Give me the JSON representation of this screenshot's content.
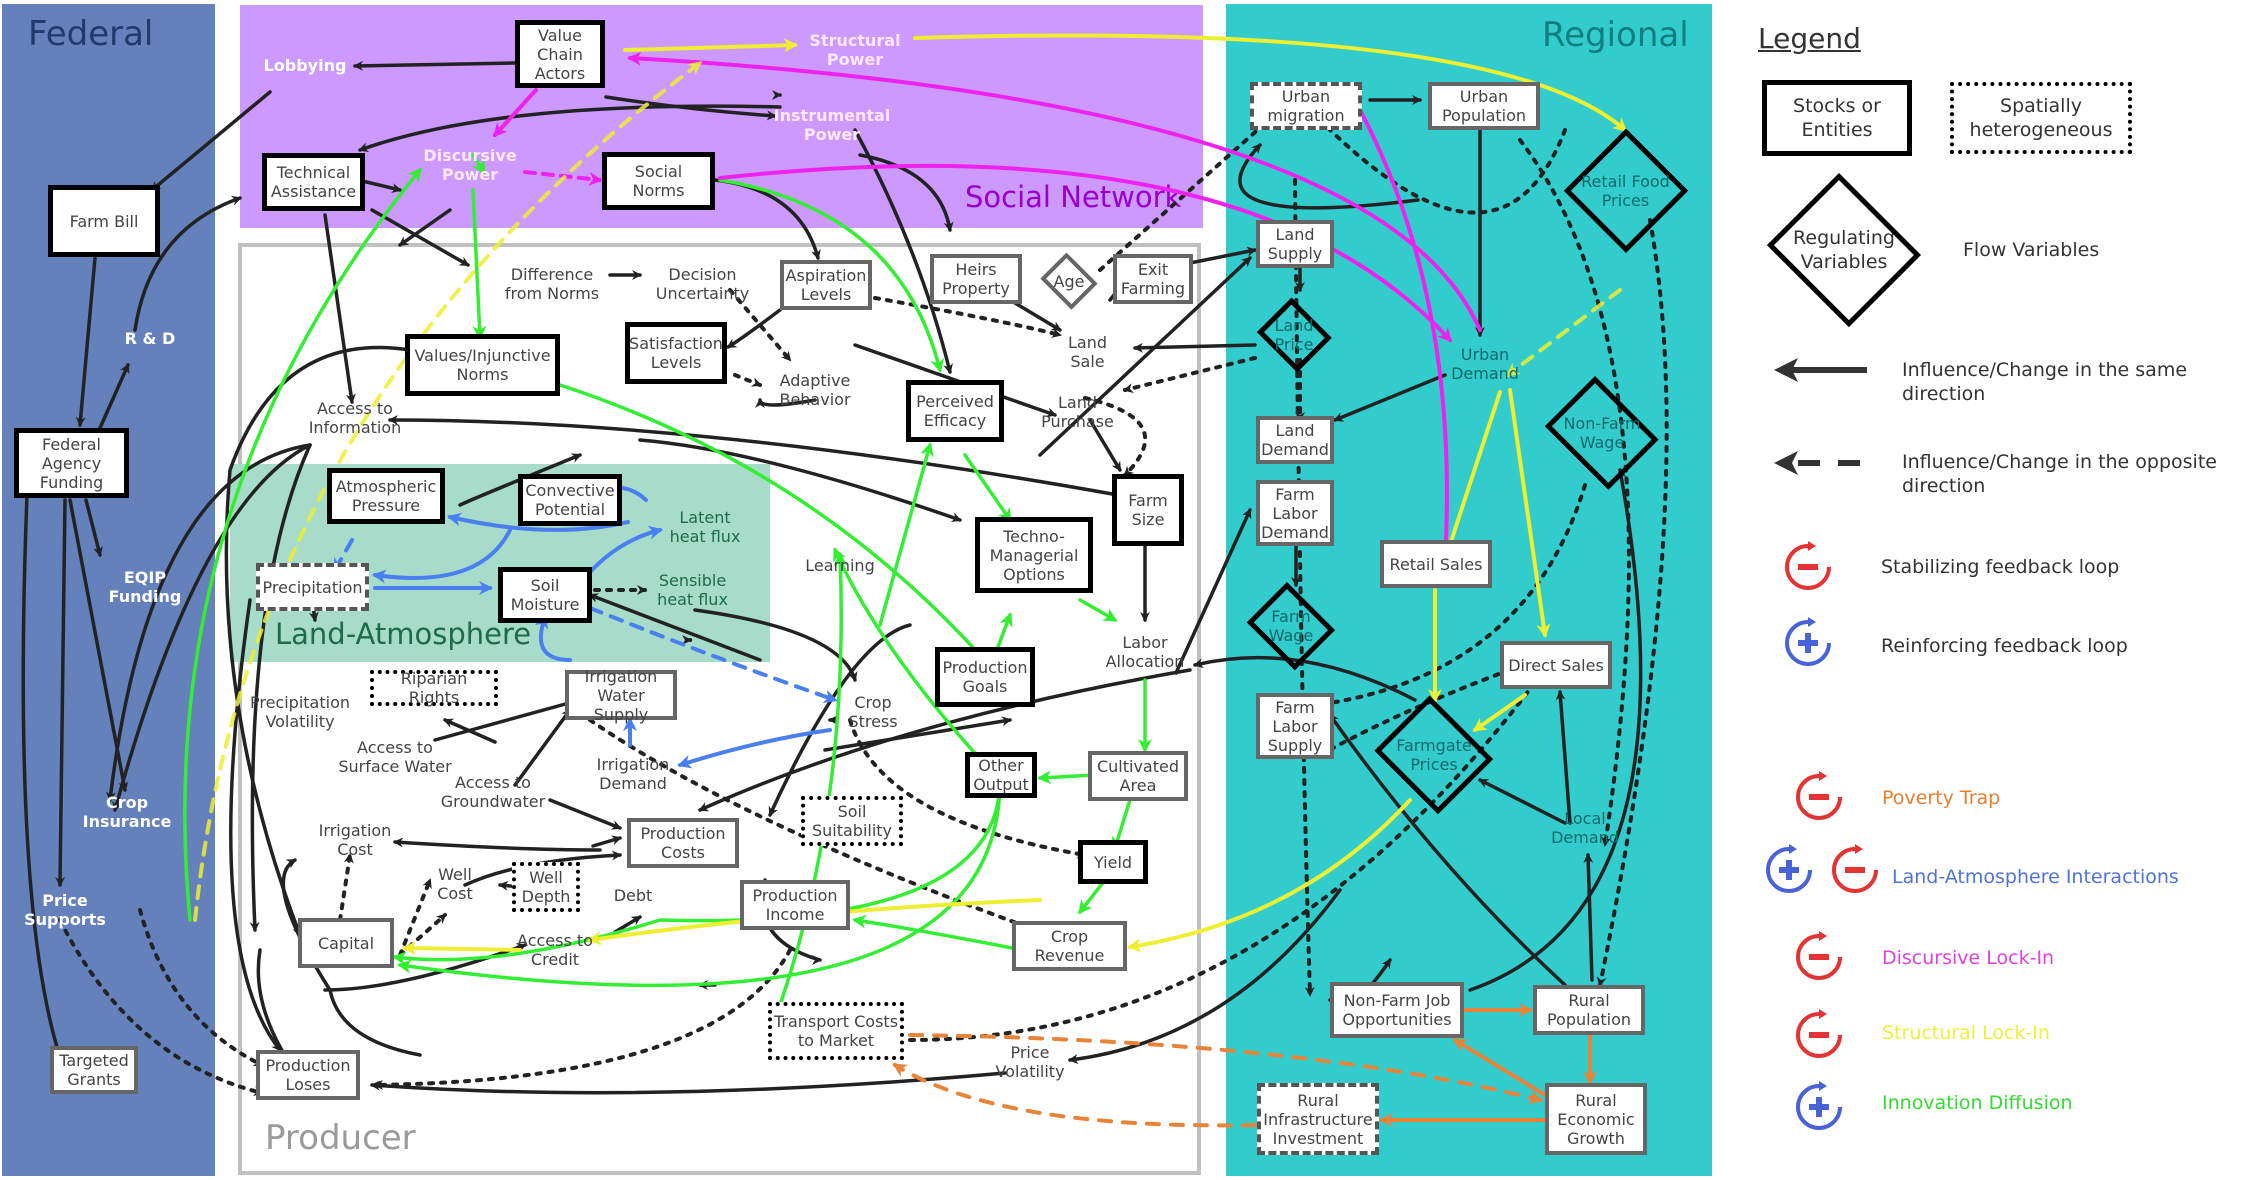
{
  "panels": {
    "federal": "Federal",
    "social_network": "Social Network",
    "producer": "Producer",
    "land_atmosphere": "Land-Atmosphere",
    "regional": "Regional"
  },
  "nodes": {
    "lobbying": "Lobbying",
    "farm_bill": "Farm Bill",
    "r_and_d": "R & D",
    "federal_agency_funding": "Federal\nAgency\nFunding",
    "eqip_funding": "EQIP\nFunding",
    "crop_insurance": "Crop\nInsurance",
    "price_supports": "Price\nSupports",
    "targeted_grants": "Targeted\nGrants",
    "value_chain_actors": "Value Chain\nActors",
    "structural_power": "Structural\nPower",
    "instrumental_power": "Instrumental\nPower",
    "technical_assistance": "Technical\nAssistance",
    "discursive_power": "Discursive\nPower",
    "social_norms": "Social Norms",
    "difference_from_norms": "Difference\nfrom Norms",
    "decision_uncertainty": "Decision\nUncertainty",
    "aspiration_levels": "Aspiration\nLevels",
    "heirs_property": "Heirs\nProperty",
    "age": "Age",
    "exit_farming": "Exit\nFarming",
    "values_injunctive_norms": "Values/Injunctive\nNorms",
    "satisfaction_levels": "Satisfaction\nLevels",
    "adaptive_behavior": "Adaptive\nBehavior",
    "perceived_efficacy": "Perceived\nEfficacy",
    "land_sale": "Land\nSale",
    "land_purchase": "Land\nPurchase",
    "access_to_information": "Access to\nInformation",
    "farm_size": "Farm\nSize",
    "atmospheric_pressure": "Atmospheric\nPressure",
    "convective_potential": "Convective\nPotential",
    "latent_heat_flux": "Latent\nheat flux",
    "precipitation": "Precipitation",
    "soil_moisture": "Soil\nMoisture",
    "sensible_heat_flux": "Sensible\nheat flux",
    "learning": "Learning",
    "techno_managerial_options": "Techno-\nManagerial\nOptions",
    "labor_allocation": "Labor\nAllocation",
    "production_goals": "Production\nGoals",
    "precipitation_volatility": "Precipitation\nVolatility",
    "riparian_rights": "Riparian Rights",
    "irrigation_water_supply": "Irrigation\nWater Supply",
    "crop_stress": "Crop\nStress",
    "access_to_surface_water": "Access to\nSurface Water",
    "irrigation_demand": "Irrigation\nDemand",
    "access_to_groundwater": "Access to\nGroundwater",
    "other_output": "Other\nOutput",
    "cultivated_area": "Cultivated\nArea",
    "irrigation_cost": "Irrigation\nCost",
    "production_costs": "Production\nCosts",
    "soil_suitability": "Soil\nSuitability",
    "yield": "Yield",
    "well_cost": "Well\nCost",
    "well_depth": "Well\nDepth",
    "debt": "Debt",
    "production_income": "Production\nIncome",
    "capital": "Capital",
    "access_to_credit": "Access to\nCredit",
    "crop_revenue": "Crop\nRevenue",
    "transport_costs_to_market": "Transport Costs\nto Market",
    "price_volatility": "Price\nVolatility",
    "production_loses": "Production\nLoses",
    "urban_migration": "Urban\nmigration",
    "urban_population": "Urban\nPopulation",
    "retail_food_prices": "Retail Food\nPrices",
    "land_supply": "Land\nSupply",
    "land_price": "Land\nPrice",
    "urban_demand": "Urban\nDemand",
    "land_demand": "Land\nDemand",
    "non_farm_wage": "Non-Farm\nWage",
    "farm_labor_demand": "Farm\nLabor\nDemand",
    "retail_sales": "Retail Sales",
    "farm_wage": "Farm\nWage",
    "direct_sales": "Direct Sales",
    "farm_labor_supply": "Farm\nLabor\nSupply",
    "farmgate_prices": "Farmgate\nPrices",
    "local_demand": "Local\nDemand",
    "non_farm_job_opportunities": "Non-Farm Job\nOpportunities",
    "rural_population": "Rural\nPopulation",
    "rural_infrastructure_investment": "Rural\nInfrastructure\nInvestment",
    "rural_economic_growth": "Rural\nEconomic\nGrowth"
  },
  "legend": {
    "title": "Legend",
    "stocks": "Stocks or\nEntities",
    "spatial": "Spatially\nheterogeneous",
    "regulating": "Regulating\nVariables",
    "flow": "Flow Variables",
    "same_direction": "Influence/Change in the same\ndirection",
    "opposite_direction": "Influence/Change in the opposite\ndirection",
    "stabilizing": "Stabilizing feedback loop",
    "reinforcing": "Reinforcing feedback loop",
    "loops": [
      {
        "label": "Poverty Trap",
        "color": "#e87e2e",
        "icons": [
          "minus"
        ]
      },
      {
        "label": "Land-Atmosphere Interactions",
        "color": "#4f74d6",
        "icons": [
          "plus",
          "minus"
        ]
      },
      {
        "label": "Discursive Lock-In",
        "color": "#e040e0",
        "icons": [
          "minus"
        ]
      },
      {
        "label": "Structural Lock-In",
        "color": "#eef03a",
        "icons": [
          "minus"
        ]
      },
      {
        "label": "Innovation Diffusion",
        "color": "#33dd33",
        "icons": [
          "plus"
        ]
      }
    ]
  },
  "colors": {
    "federal": "#6581bc",
    "social": "#cc99ff",
    "land_atmosphere": "#a6dcc9",
    "regional": "#33cccc",
    "edge_default": "#222222",
    "edge_green": "#33ee33",
    "edge_magenta": "#ee22ee",
    "edge_yellow": "#eeee33",
    "edge_blue": "#4a7ff0",
    "edge_orange": "#e8833a",
    "stabilizing": "#e33333",
    "reinforcing": "#4a62d8"
  }
}
